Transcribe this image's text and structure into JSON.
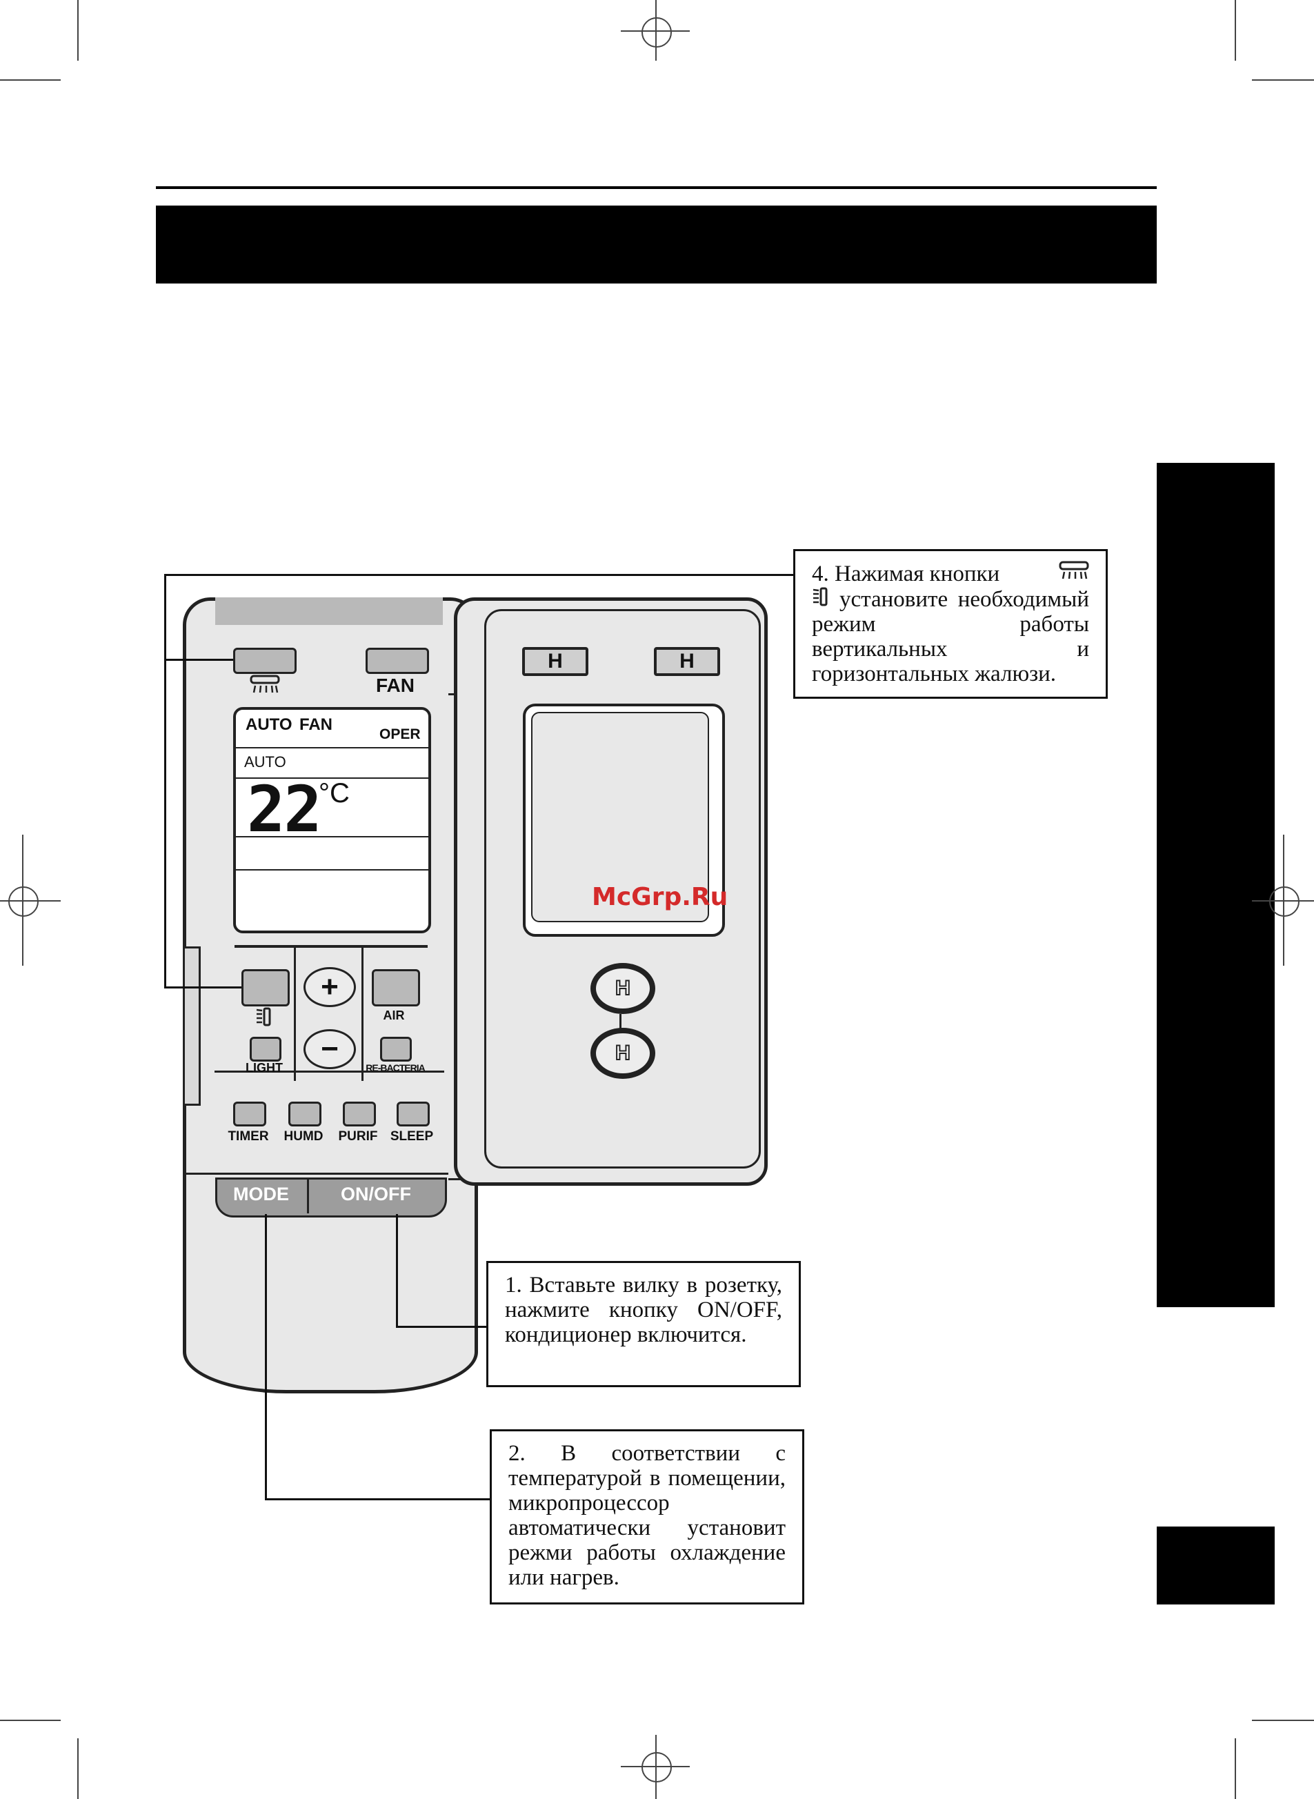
{
  "remote": {
    "fan_button_label": "FAN",
    "display": {
      "mode": "AUTO",
      "fan": "FAN",
      "oper": "OPER",
      "fan_speed": "AUTO",
      "temperature": "22",
      "unit": "°C"
    },
    "plus": "+",
    "minus": "−",
    "air_label": "AIR",
    "light_label": "LIGHT",
    "rebacteria_label": "RE-BACTERIA",
    "row_buttons": [
      "TIMER",
      "HUMD",
      "PURIF",
      "SLEEP"
    ],
    "mode_label": "MODE",
    "onoff_label": "ON/OFF"
  },
  "cover": {
    "hinge_glyph": "H"
  },
  "callouts": {
    "step4_a": "4. Нажимая кнопки",
    "step4_b": "установите необходимый режим работы вертикальных и горизонтальных жалюзи.",
    "step1": "1. Вставьте вилку в розетку, нажмите кнопку ON/OFF, кондиционер включится.",
    "step2": "2. В соответствии с температурой в помещении, микропроцессор автоматически установит режми работы охлаждение или нагрев."
  },
  "watermark": "McGrp.Ru"
}
